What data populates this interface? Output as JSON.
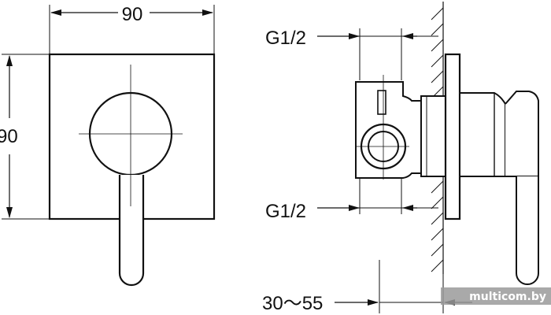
{
  "front_view": {
    "width_label": "90",
    "height_label": "90"
  },
  "side_view": {
    "thread_top_label": "G1/2",
    "thread_bottom_label": "G1/2",
    "depth_range_label": "30～55"
  },
  "watermark": {
    "text": "multicom.by"
  },
  "colors": {
    "line": "#111111",
    "background": "#ffffff",
    "watermark_bg": "#9a9a9a"
  }
}
